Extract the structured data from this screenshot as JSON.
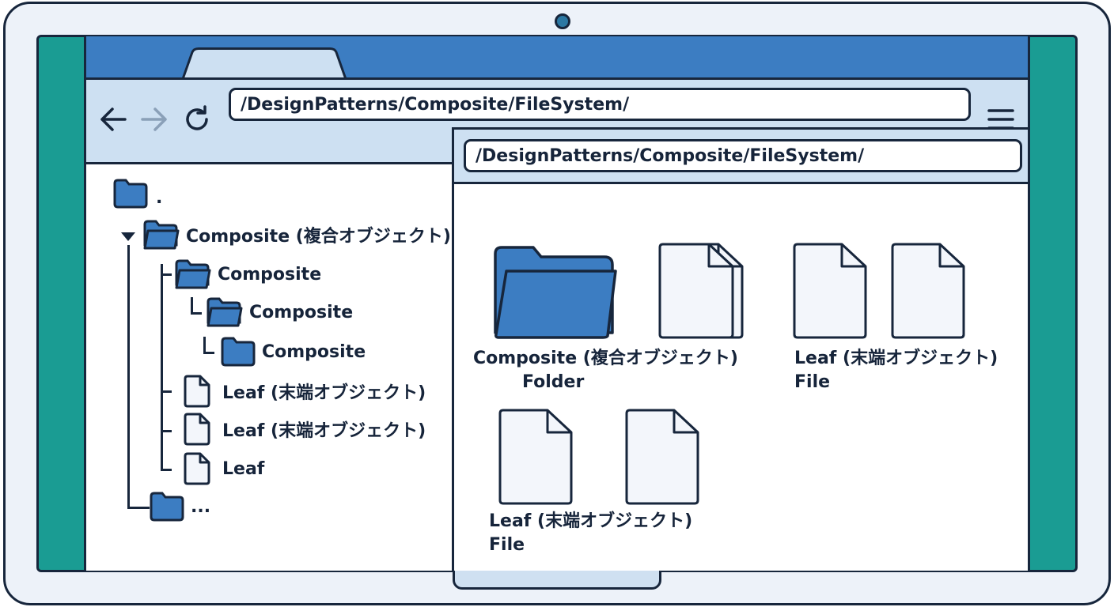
{
  "window": {
    "address_path": "/DesignPatterns/Composite/FileSystem/",
    "menu_icon": "hamburger-menu-icon",
    "nav_icons": [
      "arrow-left-icon",
      "arrow-right-icon",
      "refresh-icon"
    ]
  },
  "tree": {
    "root_label": ".",
    "items": [
      {
        "label": "Composite (複合オブジェクト)",
        "icon": "folder-icon"
      },
      {
        "label": "Composite",
        "icon": "folder-icon"
      },
      {
        "label": "Composite",
        "icon": "folder-icon"
      },
      {
        "label": "Composite",
        "icon": "folder-icon"
      },
      {
        "label": "Leaf (末端オブジェクト)",
        "icon": "file-icon"
      },
      {
        "label": "Leaf (末端オブジェクト)",
        "icon": "file-icon"
      },
      {
        "label": "Leaf",
        "icon": "file-icon"
      },
      {
        "label": "...",
        "icon": "folder-icon"
      }
    ]
  },
  "content": {
    "path": "/DesignPatterns/Composite/FileSystem/",
    "items": [
      {
        "name": "Composite (複合オブジェクト)",
        "type": "Folder"
      },
      {
        "name": "Leaf (末端オブジェクト)",
        "type": "File"
      },
      {
        "name": "Leaf (末端オブジェクト)",
        "type": "File"
      }
    ]
  },
  "colors": {
    "accent_blue": "#3c7dc2",
    "light_blue": "#cde0f2",
    "teal": "#1a9c93",
    "outline": "#17263c"
  }
}
